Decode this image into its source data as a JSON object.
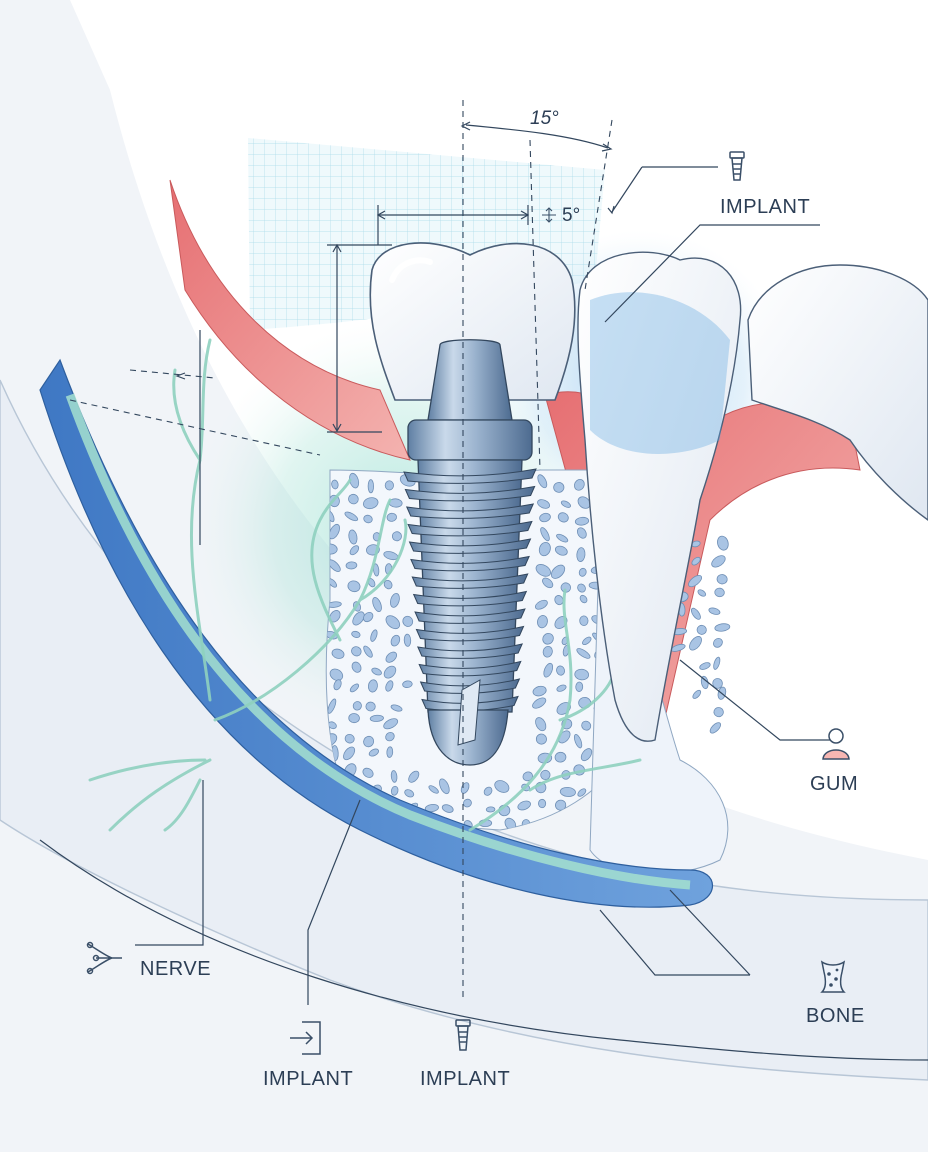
{
  "labels": {
    "implant_top": "IMPLANT",
    "gum": "GUM",
    "nerve": "NERVE",
    "bone": "BONE",
    "implant_bottom_left": "IMPLANT",
    "implant_bottom_center": "IMPLANT"
  },
  "angles": {
    "tilt": "15°",
    "small": "5°"
  },
  "icons": {
    "implant_top": "implant-icon",
    "gum": "person-icon",
    "nerve": "nerve-icon",
    "bone": "bone-icon",
    "implant_bottom_left": "enter-icon",
    "implant_bottom_center": "implant-icon"
  },
  "colors": {
    "outline": "#33475e",
    "gum": "#e8787a",
    "nerve_canal": "#4f86cf",
    "nerve_branch": "#8fd1bf",
    "implant": "#8aa6c4",
    "tooth": "#f4f7fb",
    "bone_pore": "#a9c4e4"
  }
}
